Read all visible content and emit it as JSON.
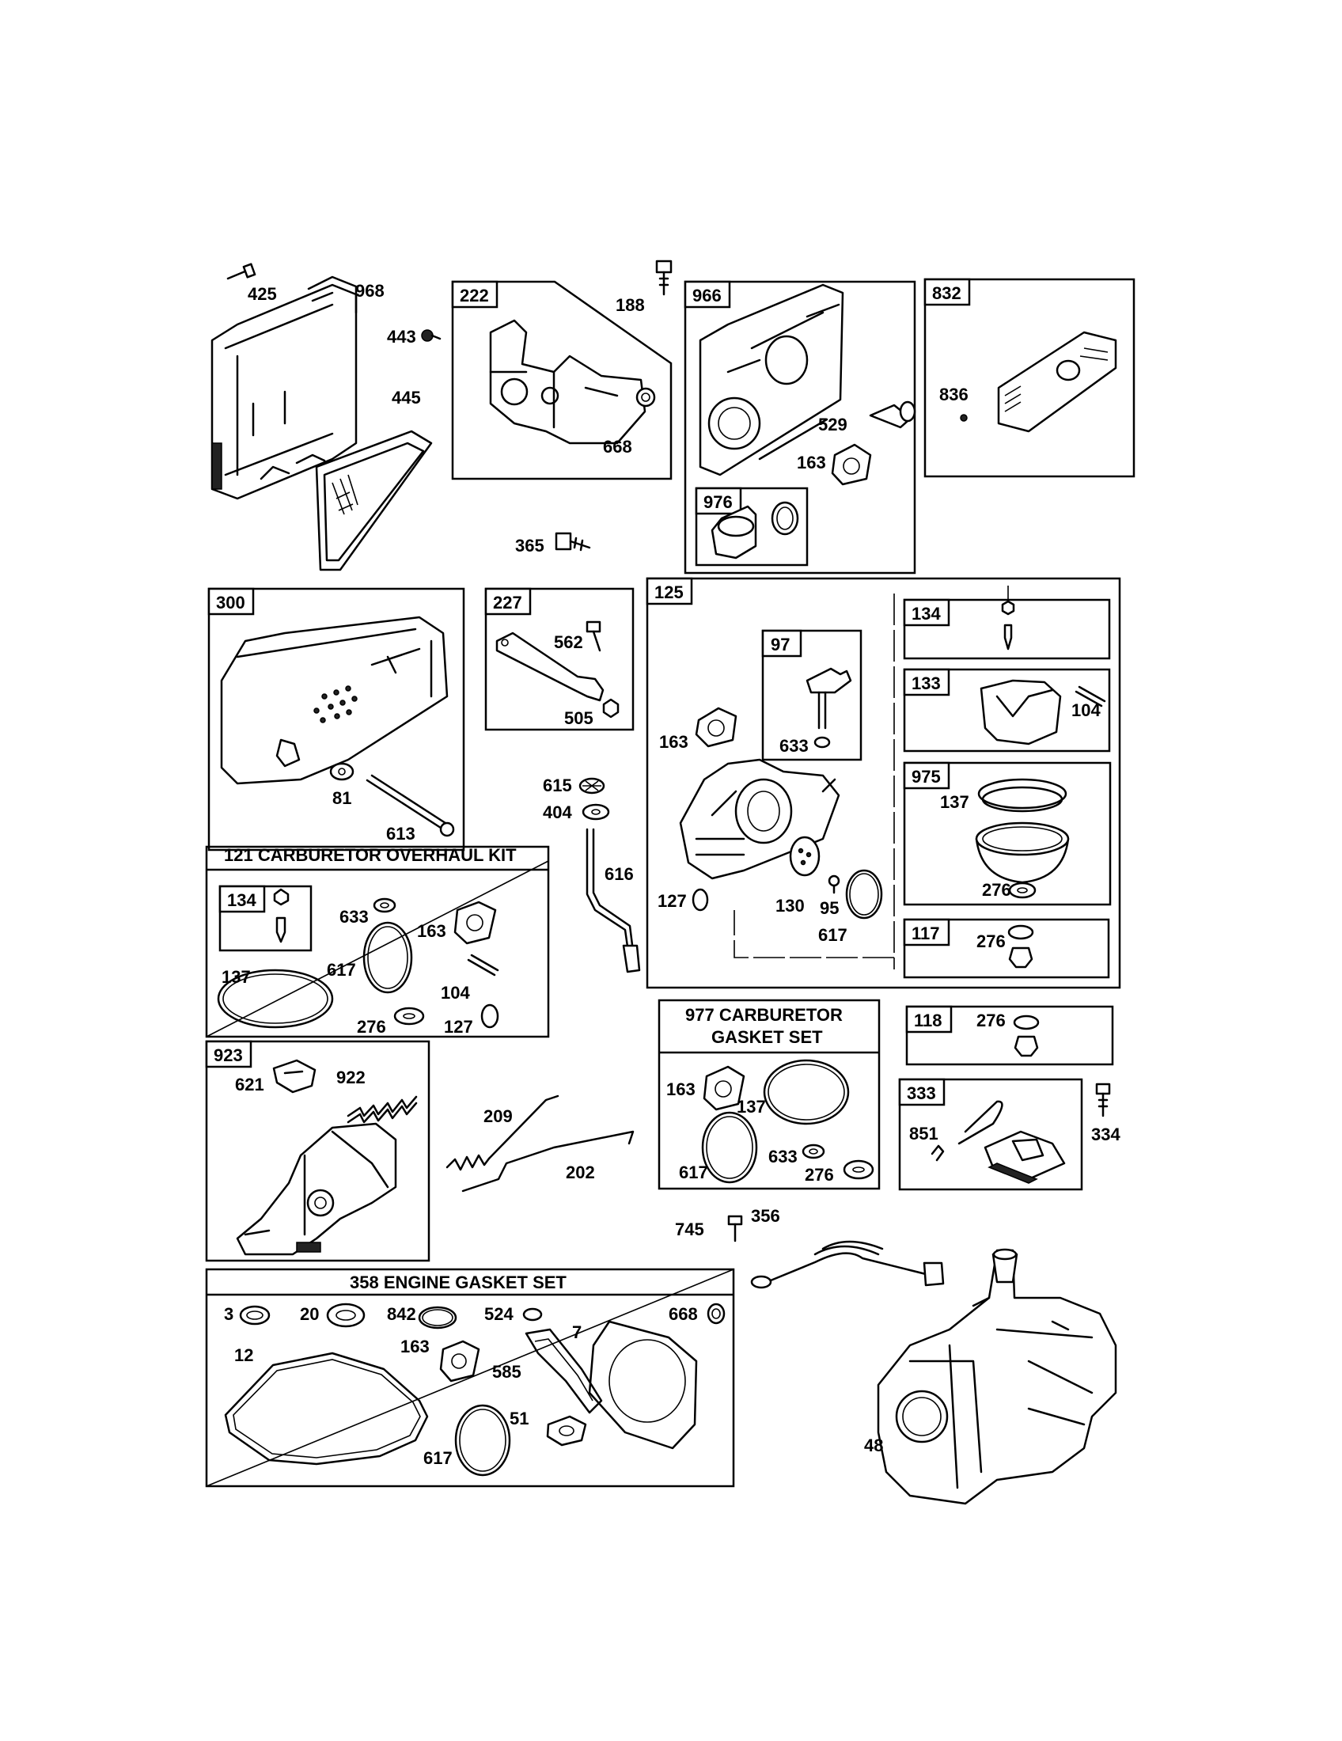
{
  "boxes": {
    "b222": "222",
    "b966": "966",
    "b976": "976",
    "b832": "832",
    "b300": "300",
    "b227": "227",
    "b125": "125",
    "b97": "97",
    "b134a": "134",
    "b133": "133",
    "b975": "975",
    "b117": "117",
    "b118": "118",
    "b333": "333",
    "b134b": "134",
    "b923": "923"
  },
  "titles": {
    "overhaul_kit": "121 CARBURETOR OVERHAUL KIT",
    "gasket_set_line1": "977 CARBURETOR",
    "gasket_set_line2": "GASKET SET",
    "engine_gasket_set": "358 ENGINE GASKET SET"
  },
  "labels": {
    "l425": "425",
    "l968": "968",
    "l443": "443",
    "l445": "445",
    "l188": "188",
    "l668a": "668",
    "l529": "529",
    "l163a": "163",
    "l836": "836",
    "l365": "365",
    "l81": "81",
    "l613": "613",
    "l562": "562",
    "l505": "505",
    "l615": "615",
    "l404": "404",
    "l616": "616",
    "l163b": "163",
    "l633a": "633",
    "l127a": "127",
    "l130": "130",
    "l95": "95",
    "l617a": "617",
    "l104a": "104",
    "l137a": "137",
    "l276a": "276",
    "l276b": "276",
    "l633b": "633",
    "l163c": "163",
    "l137b": "137",
    "l617b": "617",
    "l104b": "104",
    "l276c": "276",
    "l127b": "127",
    "l163d": "163",
    "l137c": "137",
    "l617c": "617",
    "l633c": "633",
    "l276d": "276",
    "l276e": "276",
    "l851": "851",
    "l334": "334",
    "l621": "621",
    "l922": "922",
    "l209": "209",
    "l202": "202",
    "l745": "745",
    "l356": "356",
    "l3": "3",
    "l20": "20",
    "l842": "842",
    "l524": "524",
    "l668b": "668",
    "l12": "12",
    "l163e": "163",
    "l585": "585",
    "l7": "7",
    "l51": "51",
    "l617d": "617",
    "l48": "48"
  }
}
